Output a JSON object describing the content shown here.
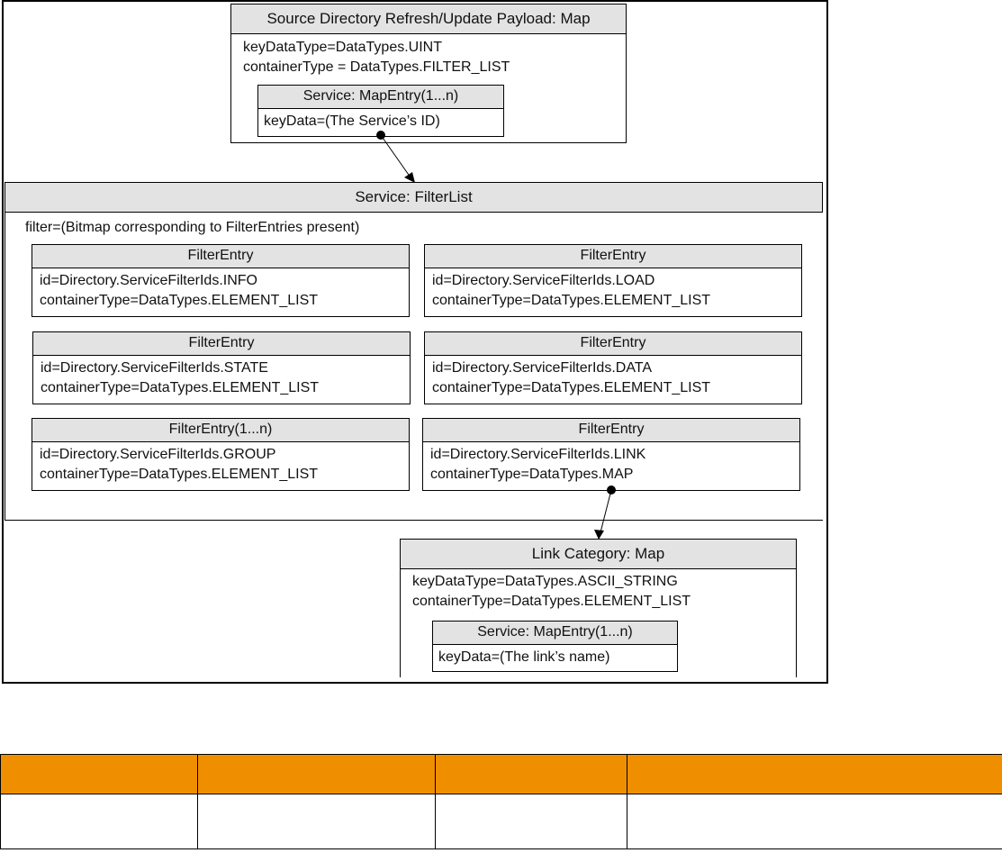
{
  "payload": {
    "title": "Source Directory Refresh/Update Payload: Map",
    "line1": "keyDataType=DataTypes.UINT",
    "line2": "containerType = DataTypes.FILTER_LIST",
    "entry": {
      "title": "Service: MapEntry(1...n)",
      "key": "keyData=(The Service’s ID)"
    }
  },
  "filterlist": {
    "title": "Service: FilterList",
    "filter": "filter=(Bitmap corresponding to FilterEntries present)",
    "entries": [
      {
        "title": "FilterEntry",
        "id": "id=Directory.ServiceFilterIds.INFO",
        "ct": "containerType=DataTypes.ELEMENT_LIST"
      },
      {
        "title": "FilterEntry",
        "id": "id=Directory.ServiceFilterIds.LOAD",
        "ct": "containerType=DataTypes.ELEMENT_LIST"
      },
      {
        "title": "FilterEntry",
        "id": "id=Directory.ServiceFilterIds.STATE",
        "ct": "containerType=DataTypes.ELEMENT_LIST"
      },
      {
        "title": "FilterEntry",
        "id": "id=Directory.ServiceFilterIds.DATA",
        "ct": "containerType=DataTypes.ELEMENT_LIST"
      },
      {
        "title": "FilterEntry(1...n)",
        "id": "id=Directory.ServiceFilterIds.GROUP",
        "ct": "containerType=DataTypes.ELEMENT_LIST"
      },
      {
        "title": "FilterEntry",
        "id": "id=Directory.ServiceFilterIds.LINK",
        "ct": "containerType=DataTypes.MAP"
      }
    ]
  },
  "link": {
    "title": "Link Category: Map",
    "line1": "keyDataType=DataTypes.ASCII_STRING",
    "line2": "containerType=DataTypes.ELEMENT_LIST",
    "entry": {
      "title": "Service: MapEntry(1...n)",
      "key": "keyData=(The link’s name)"
    }
  },
  "colors": {
    "header_fill": "#e3e3e3",
    "table_header": "#ef8f00"
  }
}
